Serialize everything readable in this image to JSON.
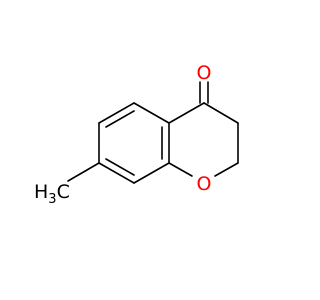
{
  "molecule": {
    "atoms": {
      "carbonyl_oxygen": {
        "label": "O",
        "color": "#ff0000"
      },
      "ring_oxygen": {
        "label": "O",
        "color": "#ff0000"
      },
      "methyl": {
        "label": "H",
        "subscript": "3",
        "suffix": "C",
        "color": "#000000"
      }
    },
    "bond_color": "#000000",
    "heteroatom_color": "#ff0000"
  }
}
